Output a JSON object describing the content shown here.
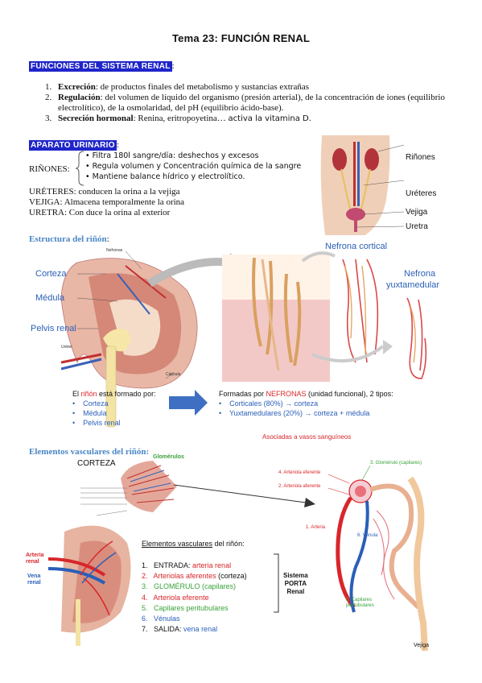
{
  "title": "Tema 23: FUNCIÓN RENAL",
  "funciones": {
    "heading": "FUNCIONES DEL SISTEMA RENAL",
    "colon": ":",
    "items": [
      {
        "num": "1.",
        "bold": "Excreción",
        "text": ": de productos finales del metabolismo y sustancias extrañas"
      },
      {
        "num": "2.",
        "bold": "Regulación",
        "text": ": del volumen de líquido del organismo (presión arterial), de la concentración de iones (equilibrio electrolítico), de la osmolaridad, del pH (equilibrio ácido-base)."
      },
      {
        "num": "3.",
        "bold": "Secreción hormonal",
        "text": ": Renina, eritropoyetina… ",
        "hand": "activa la vitamina D."
      }
    ]
  },
  "aparato": {
    "heading": "APARATO URINARIO",
    "colon": ":",
    "rinones_label": "RIÑONES:",
    "bullets": [
      "• Filtra 180l sangre/día: deshechos y excesos",
      "• Regula volumen y Concentración química de la sangre",
      "• Mantiene balance hídrico y electrolítico."
    ],
    "lines": [
      "URÉTERES: conducen la orina a la vejiga",
      "VEJIGA: Almacena temporalmente la orina",
      "URETRA: Con duce la orina al exterior"
    ],
    "figure_labels": [
      "Riñones",
      "Uréteres",
      "Vejiga",
      "Uretra"
    ]
  },
  "estructura": {
    "heading": "Estructura del riñón",
    "colon": ":",
    "labels": {
      "corteza": "Corteza",
      "medula": "Médula",
      "pelvis": "Pelvis renal",
      "nefronas": "Nefronas",
      "ureter": "Uréter",
      "capsula": "Cápsula"
    },
    "nefrona_cortical": "Nefrona cortical",
    "nefrona_yux_1": "Nefrona",
    "nefrona_yux_2": "yuxtamedular",
    "formado_prefix": "El ",
    "formado_red": "riñón",
    "formado_suffix": " está formado por:",
    "formado_items": [
      "Corteza",
      "Médula",
      "Pelvis renal"
    ],
    "formadas_prefix": "Formadas por ",
    "formadas_red": "NEFRONAS",
    "formadas_suffix": " (unidad funcional), 2 tipos:",
    "nefronas_items": [
      "Corticales (80%) → corteza",
      "Yuxtamedulares (20%) → corteza + médula"
    ],
    "asociadas": "Asociadas a vasos sanguíneos"
  },
  "vasculares": {
    "heading": "Elementos vasculares del riñón",
    "colon": ":",
    "corteza": "CORTEZA",
    "glomerulos": "Glomérulos",
    "left_labels": {
      "arteria": "Arteria",
      "arteria2": "renal",
      "vena": "Vena",
      "vena2": "renal"
    },
    "list_title_prefix": "Elementos vasculares",
    "list_title_suffix": " del riñón:",
    "items": [
      {
        "num": "1.",
        "pre": "ENTRADA: ",
        "main": "arteria renal",
        "color": "#d8262b"
      },
      {
        "num": "2.",
        "pre": "",
        "main": "Arteriolas aferentes",
        "post": " (corteza)",
        "color": "#d8262b"
      },
      {
        "num": "3.",
        "pre": "",
        "main": "GLOMÉRULO (capilares)",
        "color": "#3aa13a"
      },
      {
        "num": "4.",
        "pre": "",
        "main": "Arteriola eferente",
        "color": "#d8262b"
      },
      {
        "num": "5.",
        "pre": "",
        "main": "Capilares peritubulares",
        "color": "#3aa13a"
      },
      {
        "num": "6.",
        "pre": "",
        "main": "Vénulas",
        "color": "#2a5fb8"
      },
      {
        "num": "7.",
        "pre": "SALIDA: ",
        "main": "vena renal",
        "color": "#2a5fb8"
      }
    ],
    "sistema": [
      "Sistema",
      "PORTA",
      "Renal"
    ],
    "right_labels": {
      "eferente": "4. Arteriola eferente",
      "aferente": "2. Arteriola aferente",
      "glomerulo": "3. Glomérulo (capilares)",
      "arteria": "1. Arteria",
      "venula": "6. Vénula",
      "capilares1": "5. Capilares",
      "capilares2": "peritubulares",
      "vejiga": "Vejiga"
    }
  },
  "colors": {
    "highlight": "#1f25c9",
    "blue_head": "#4a86c5",
    "red": "#d8262b",
    "green": "#3aa13a",
    "blue": "#2a5fb8"
  }
}
